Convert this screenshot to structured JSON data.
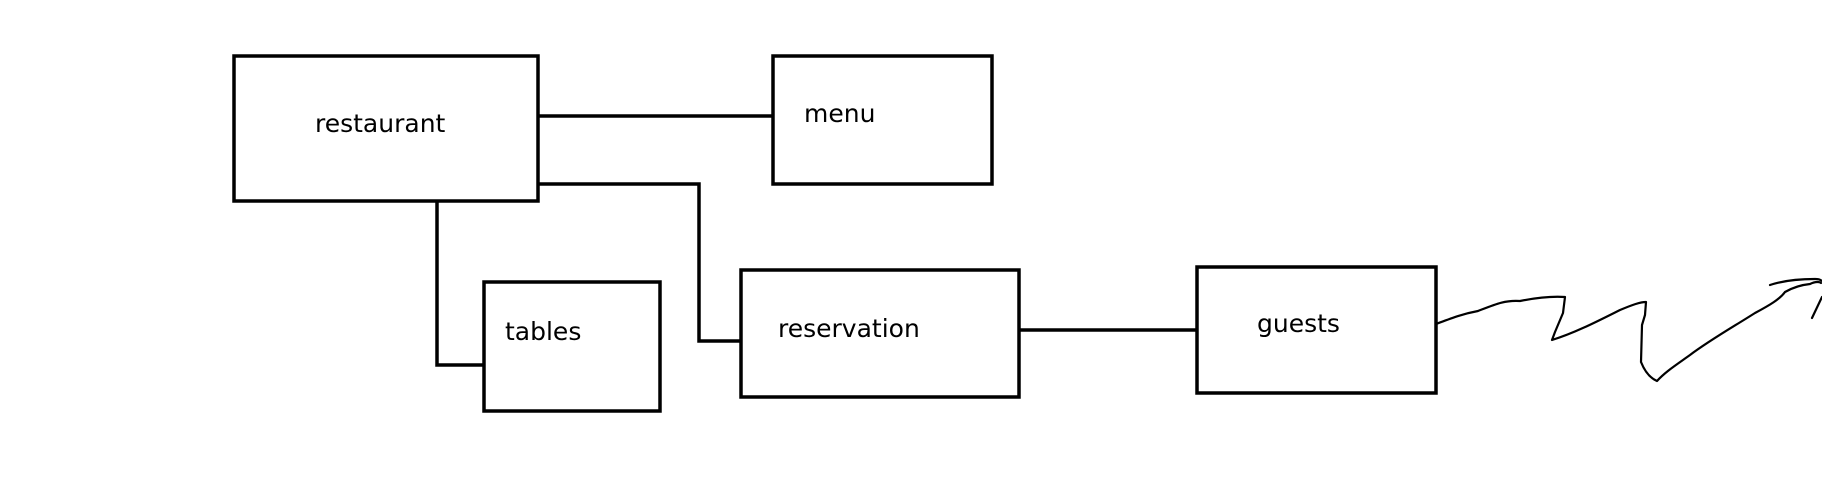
{
  "diagram": {
    "nodes": {
      "restaurant": "restaurant",
      "menu": "menu",
      "tables": "tables",
      "reservation": "reservation",
      "guests": "guests"
    }
  }
}
